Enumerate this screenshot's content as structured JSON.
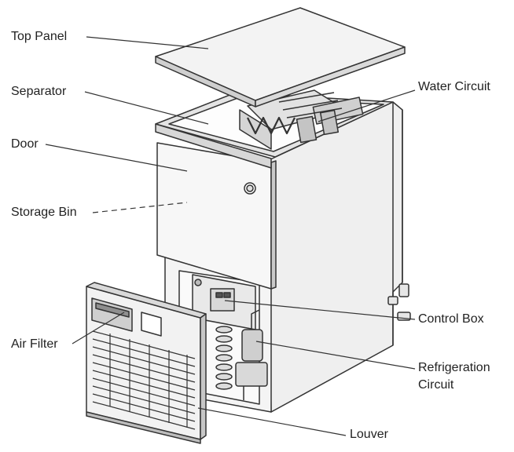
{
  "diagram": {
    "labels": {
      "top_panel": "Top Panel",
      "separator": "Separator",
      "door": "Door",
      "storage_bin": "Storage Bin",
      "air_filter": "Air Filter",
      "water_circuit": "Water Circuit",
      "control_box": "Control Box",
      "refrigeration_circuit_line1": "Refrigeration",
      "refrigeration_circuit_line2": "Circuit",
      "louver": "Louver"
    },
    "colors": {
      "line": "#333333",
      "fill_light": "#e6e6e6",
      "fill_white": "#fafafa",
      "fill_dark": "#9a9a9a"
    }
  }
}
